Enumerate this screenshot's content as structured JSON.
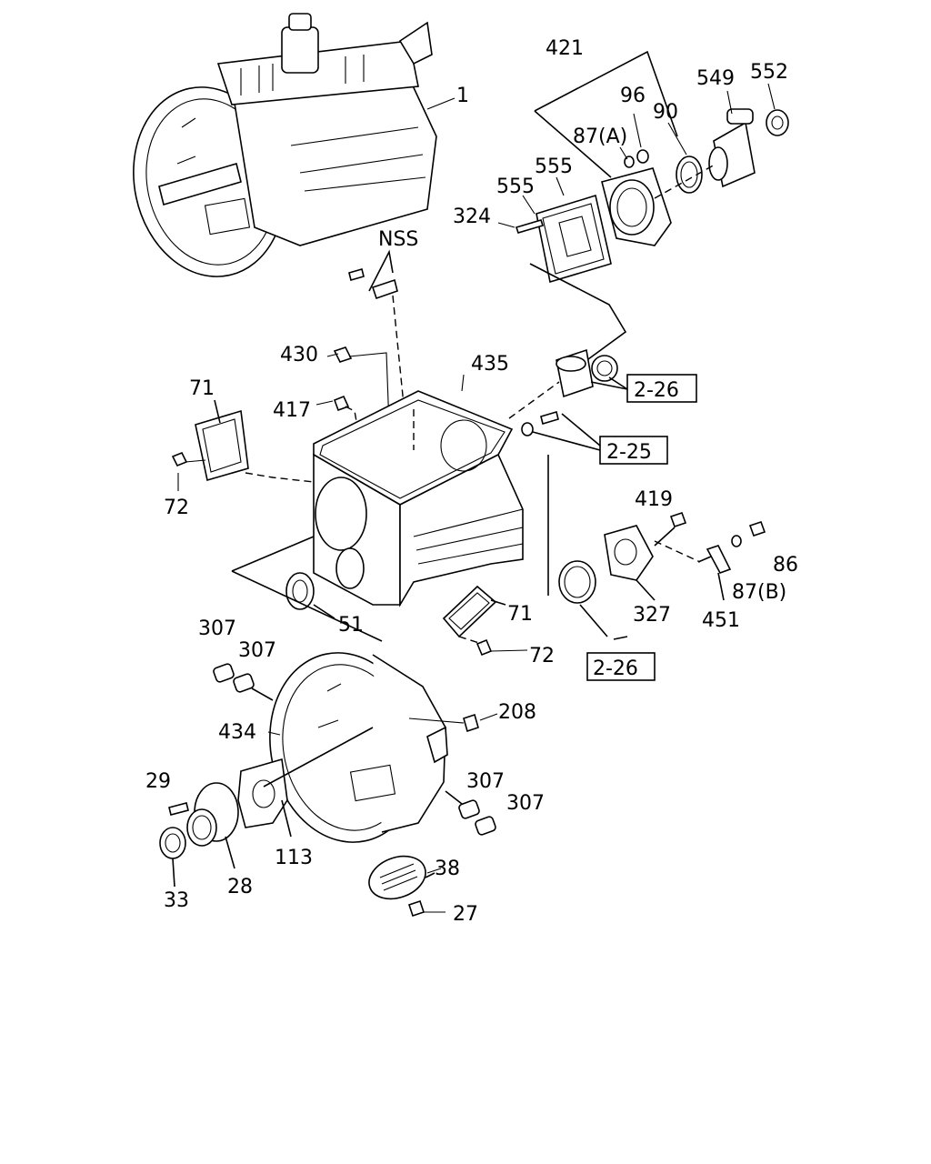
{
  "callouts": {
    "p1": "1",
    "p421": "421",
    "p96": "96",
    "p90": "90",
    "p549": "549",
    "p552": "552",
    "p87a": "87(A)",
    "p555a": "555",
    "p555b": "555",
    "p324": "324",
    "nss": "NSS",
    "p430": "430",
    "p435": "435",
    "p417": "417",
    "p71a": "71",
    "p72a": "72",
    "p51": "51",
    "p71b": "71",
    "p72b": "72",
    "p419": "419",
    "p86": "86",
    "p87b": "87(B)",
    "p451": "451",
    "p327": "327",
    "p307a": "307",
    "p307b": "307",
    "p434": "434",
    "p208": "208",
    "p29": "29",
    "p113": "113",
    "p33": "33",
    "p28": "28",
    "p307c": "307",
    "p307d": "307",
    "p38": "38",
    "p27": "27"
  },
  "references": {
    "ref_226a": "2-26",
    "ref_225": "2-25",
    "ref_226b": "2-26"
  }
}
